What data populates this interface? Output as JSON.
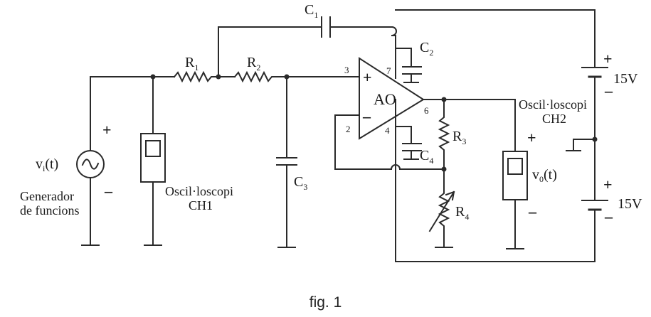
{
  "figure": {
    "caption": "fig. 1"
  },
  "labels": {
    "c1": {
      "main": "C",
      "sub": "1"
    },
    "c2": {
      "main": "C",
      "sub": "2"
    },
    "c3": {
      "main": "C",
      "sub": "3"
    },
    "c4": {
      "main": "C",
      "sub": "4"
    },
    "r1": {
      "main": "R",
      "sub": "1"
    },
    "r2": {
      "main": "R",
      "sub": "2"
    },
    "r3": {
      "main": "R",
      "sub": "3"
    },
    "r4": {
      "main": "R",
      "sub": "4"
    },
    "opamp": "AO",
    "pin3": "3",
    "pin2": "2",
    "pin7": "7",
    "pin4": "4",
    "pin6": "6",
    "supply_top": "15V",
    "supply_bottom": "15V",
    "vi": {
      "main": "v",
      "sub": "i",
      "tail": "(t)"
    },
    "vo": {
      "main": "v",
      "sub": "0",
      "tail": "(t)"
    },
    "generator_line1": "Generador",
    "generator_line2": "de funcions",
    "scope1_line1": "Oscil·loscopi",
    "scope1_line2": "CH1",
    "scope2_line1": "Oscil·loscopi",
    "scope2_line2": "CH2"
  }
}
